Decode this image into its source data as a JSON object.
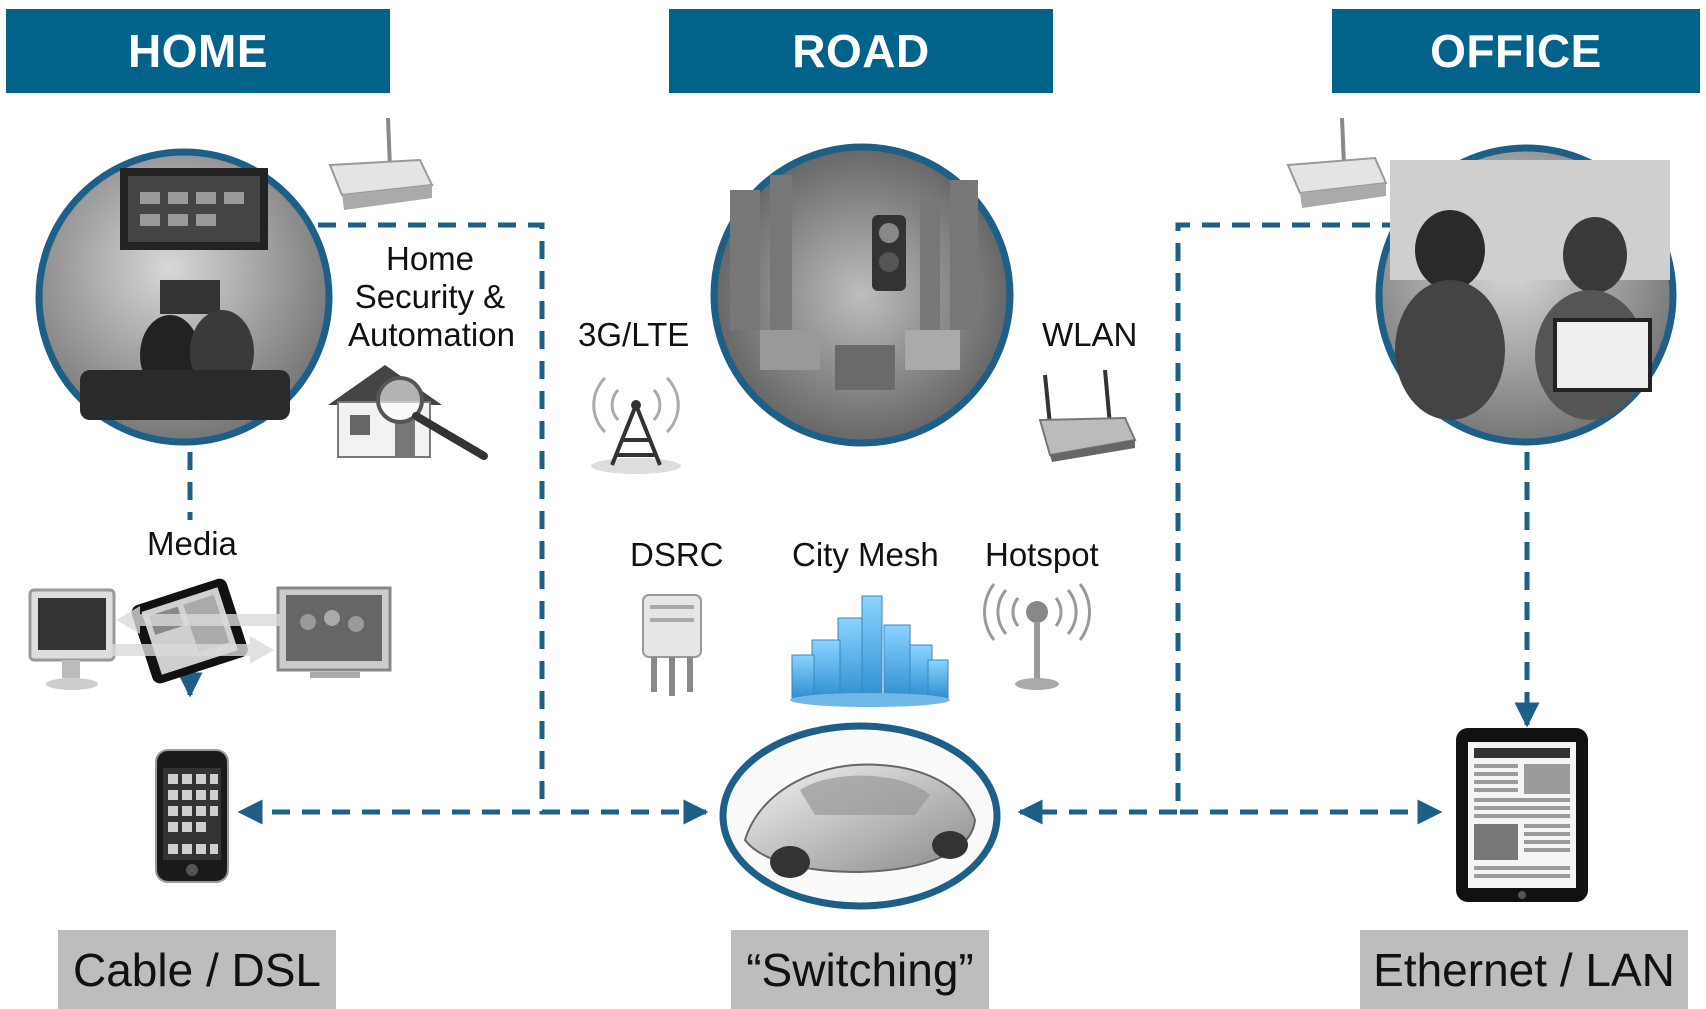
{
  "headers": {
    "home": "HOME",
    "road": "ROAD",
    "office": "OFFICE"
  },
  "labels": {
    "home_security": "Home Security & Automation",
    "three_g_lte": "3G/LTE",
    "wlan": "WLAN",
    "media": "Media",
    "dsrc": "DSRC",
    "city_mesh": "City Mesh",
    "hotspot": "Hotspot"
  },
  "footers": {
    "home": "Cable / DSL",
    "road": "“Switching”",
    "office": "Ethernet / LAN"
  },
  "colors": {
    "header_bg": "#01628a",
    "connector": "#1d5f86",
    "footer_bg": "#bdbdbd"
  },
  "icons": [
    "home-photo",
    "road-photo",
    "office-photo",
    "car-photo",
    "router-icon",
    "house-magnifier-icon",
    "cell-tower-icon",
    "wireless-router-icon",
    "monitor-icon",
    "tablet-icon",
    "tv-icon",
    "smartphone-icon",
    "dsrc-unit-icon",
    "city-mesh-icon",
    "hotspot-antenna-icon"
  ]
}
